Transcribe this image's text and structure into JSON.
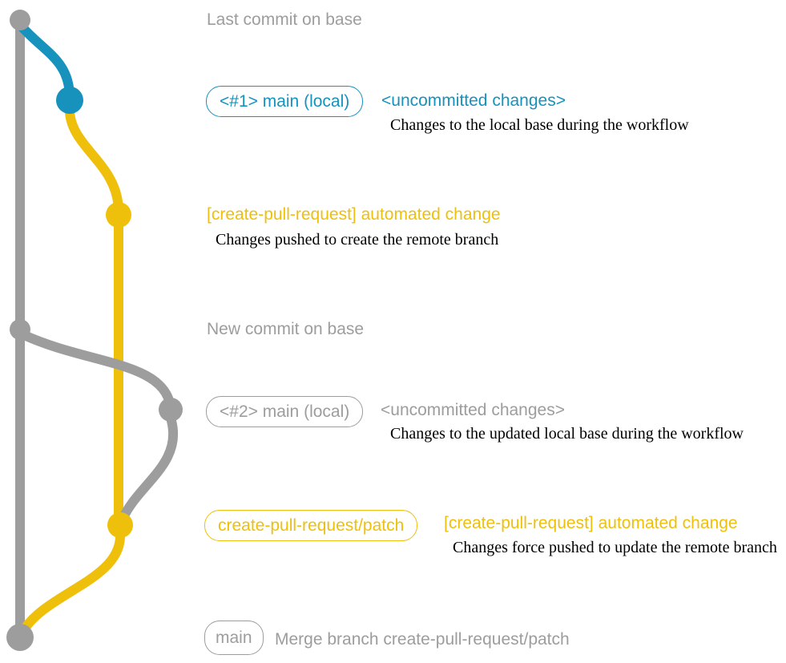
{
  "colors": {
    "background": "#ffffff",
    "gray": "#9d9d9d",
    "blue": "#1692bd",
    "yellow": "#eec00b",
    "description_text": "#000000"
  },
  "labels": {
    "last_commit": "Last commit on base",
    "new_commit": "New commit on base",
    "row1_tag": "<#1> main (local)",
    "row1_title": "<uncommitted changes>",
    "row1_desc": "Changes to the local base during the workflow",
    "row2_title": "[create-pull-request] automated change",
    "row2_desc": "Changes pushed to create the remote branch",
    "row3_tag": "<#2> main (local)",
    "row3_title": "<uncommitted changes>",
    "row3_desc": "Changes to the updated local base during the workflow",
    "row4_tag": "create-pull-request/patch",
    "row4_title": "[create-pull-request] automated change",
    "row4_desc": "Changes force pushed to update the remote branch",
    "row5_tag": "main",
    "row5_title": "Merge branch create-pull-request/patch"
  }
}
